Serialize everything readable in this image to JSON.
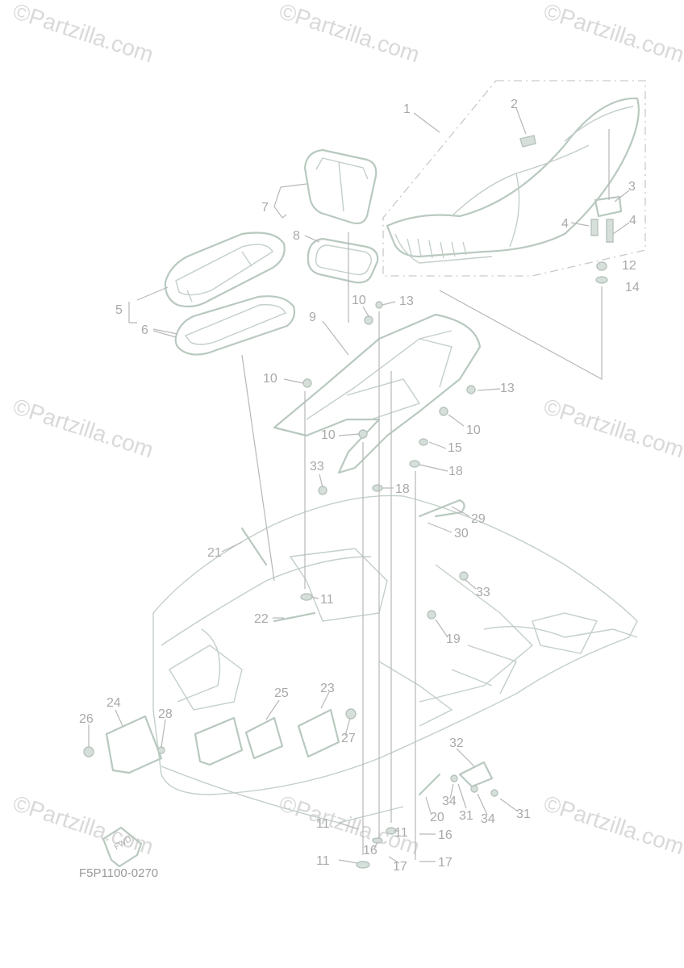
{
  "watermark": {
    "text": "©Partzilla.com",
    "positions": [
      "top-left",
      "top-center",
      "top-right",
      "middle-left",
      "middle-right",
      "bottom-left",
      "bottom-center",
      "bottom-right"
    ]
  },
  "diagram_code": "F5P1100-0270",
  "fwd_label": "FWD",
  "callouts": [
    {
      "id": "c1",
      "label": "1"
    },
    {
      "id": "c2",
      "label": "2"
    },
    {
      "id": "c3",
      "label": "3"
    },
    {
      "id": "c4a",
      "label": "4"
    },
    {
      "id": "c4b",
      "label": "4"
    },
    {
      "id": "c5",
      "label": "5"
    },
    {
      "id": "c6",
      "label": "6"
    },
    {
      "id": "c7",
      "label": "7"
    },
    {
      "id": "c8",
      "label": "8"
    },
    {
      "id": "c9",
      "label": "9"
    },
    {
      "id": "c10a",
      "label": "10"
    },
    {
      "id": "c10b",
      "label": "10"
    },
    {
      "id": "c10c",
      "label": "10"
    },
    {
      "id": "c10d",
      "label": "10"
    },
    {
      "id": "c11a",
      "label": "11"
    },
    {
      "id": "c11b",
      "label": "11"
    },
    {
      "id": "c11c",
      "label": "11"
    },
    {
      "id": "c11d",
      "label": "11"
    },
    {
      "id": "c12",
      "label": "12"
    },
    {
      "id": "c13a",
      "label": "13"
    },
    {
      "id": "c13b",
      "label": "13"
    },
    {
      "id": "c14",
      "label": "14"
    },
    {
      "id": "c15",
      "label": "15"
    },
    {
      "id": "c16a",
      "label": "16"
    },
    {
      "id": "c16b",
      "label": "16"
    },
    {
      "id": "c17a",
      "label": "17"
    },
    {
      "id": "c17b",
      "label": "17"
    },
    {
      "id": "c18a",
      "label": "18"
    },
    {
      "id": "c18b",
      "label": "18"
    },
    {
      "id": "c19",
      "label": "19"
    },
    {
      "id": "c20",
      "label": "20"
    },
    {
      "id": "c21",
      "label": "21"
    },
    {
      "id": "c22",
      "label": "22"
    },
    {
      "id": "c23",
      "label": "23"
    },
    {
      "id": "c24",
      "label": "24"
    },
    {
      "id": "c25",
      "label": "25"
    },
    {
      "id": "c26",
      "label": "26"
    },
    {
      "id": "c27",
      "label": "27"
    },
    {
      "id": "c28",
      "label": "28"
    },
    {
      "id": "c29",
      "label": "29"
    },
    {
      "id": "c30",
      "label": "30"
    },
    {
      "id": "c31a",
      "label": "31"
    },
    {
      "id": "c31b",
      "label": "31"
    },
    {
      "id": "c32",
      "label": "32"
    },
    {
      "id": "c33a",
      "label": "33"
    },
    {
      "id": "c33b",
      "label": "33"
    },
    {
      "id": "c34a",
      "label": "34"
    },
    {
      "id": "c34b",
      "label": "34"
    }
  ]
}
